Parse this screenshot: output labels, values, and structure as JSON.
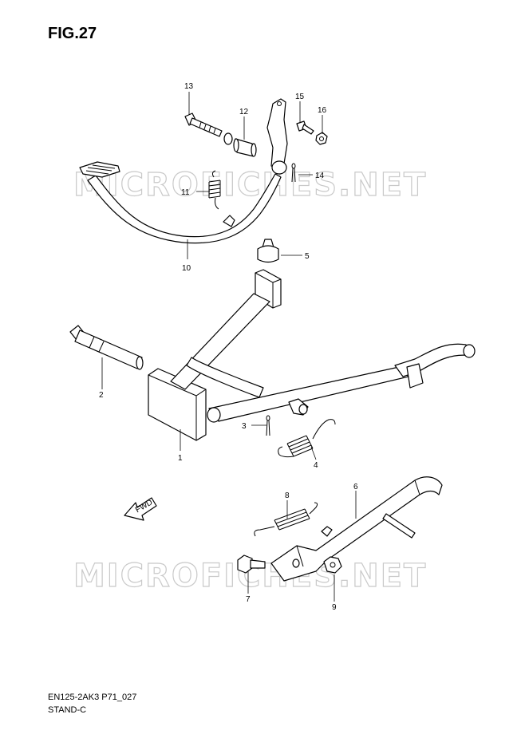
{
  "figure": {
    "title": "FIG.27"
  },
  "footer": {
    "model_code": "EN125-2AK3 P71_027",
    "assembly_name": "STAND-C"
  },
  "watermark": {
    "text": "MICROFICHES.NET"
  },
  "direction_indicator": {
    "text": "FWD"
  },
  "callouts": [
    "1",
    "2",
    "3",
    "4",
    "5",
    "6",
    "7",
    "8",
    "9",
    "10",
    "11",
    "12",
    "13",
    "14",
    "15",
    "16"
  ]
}
